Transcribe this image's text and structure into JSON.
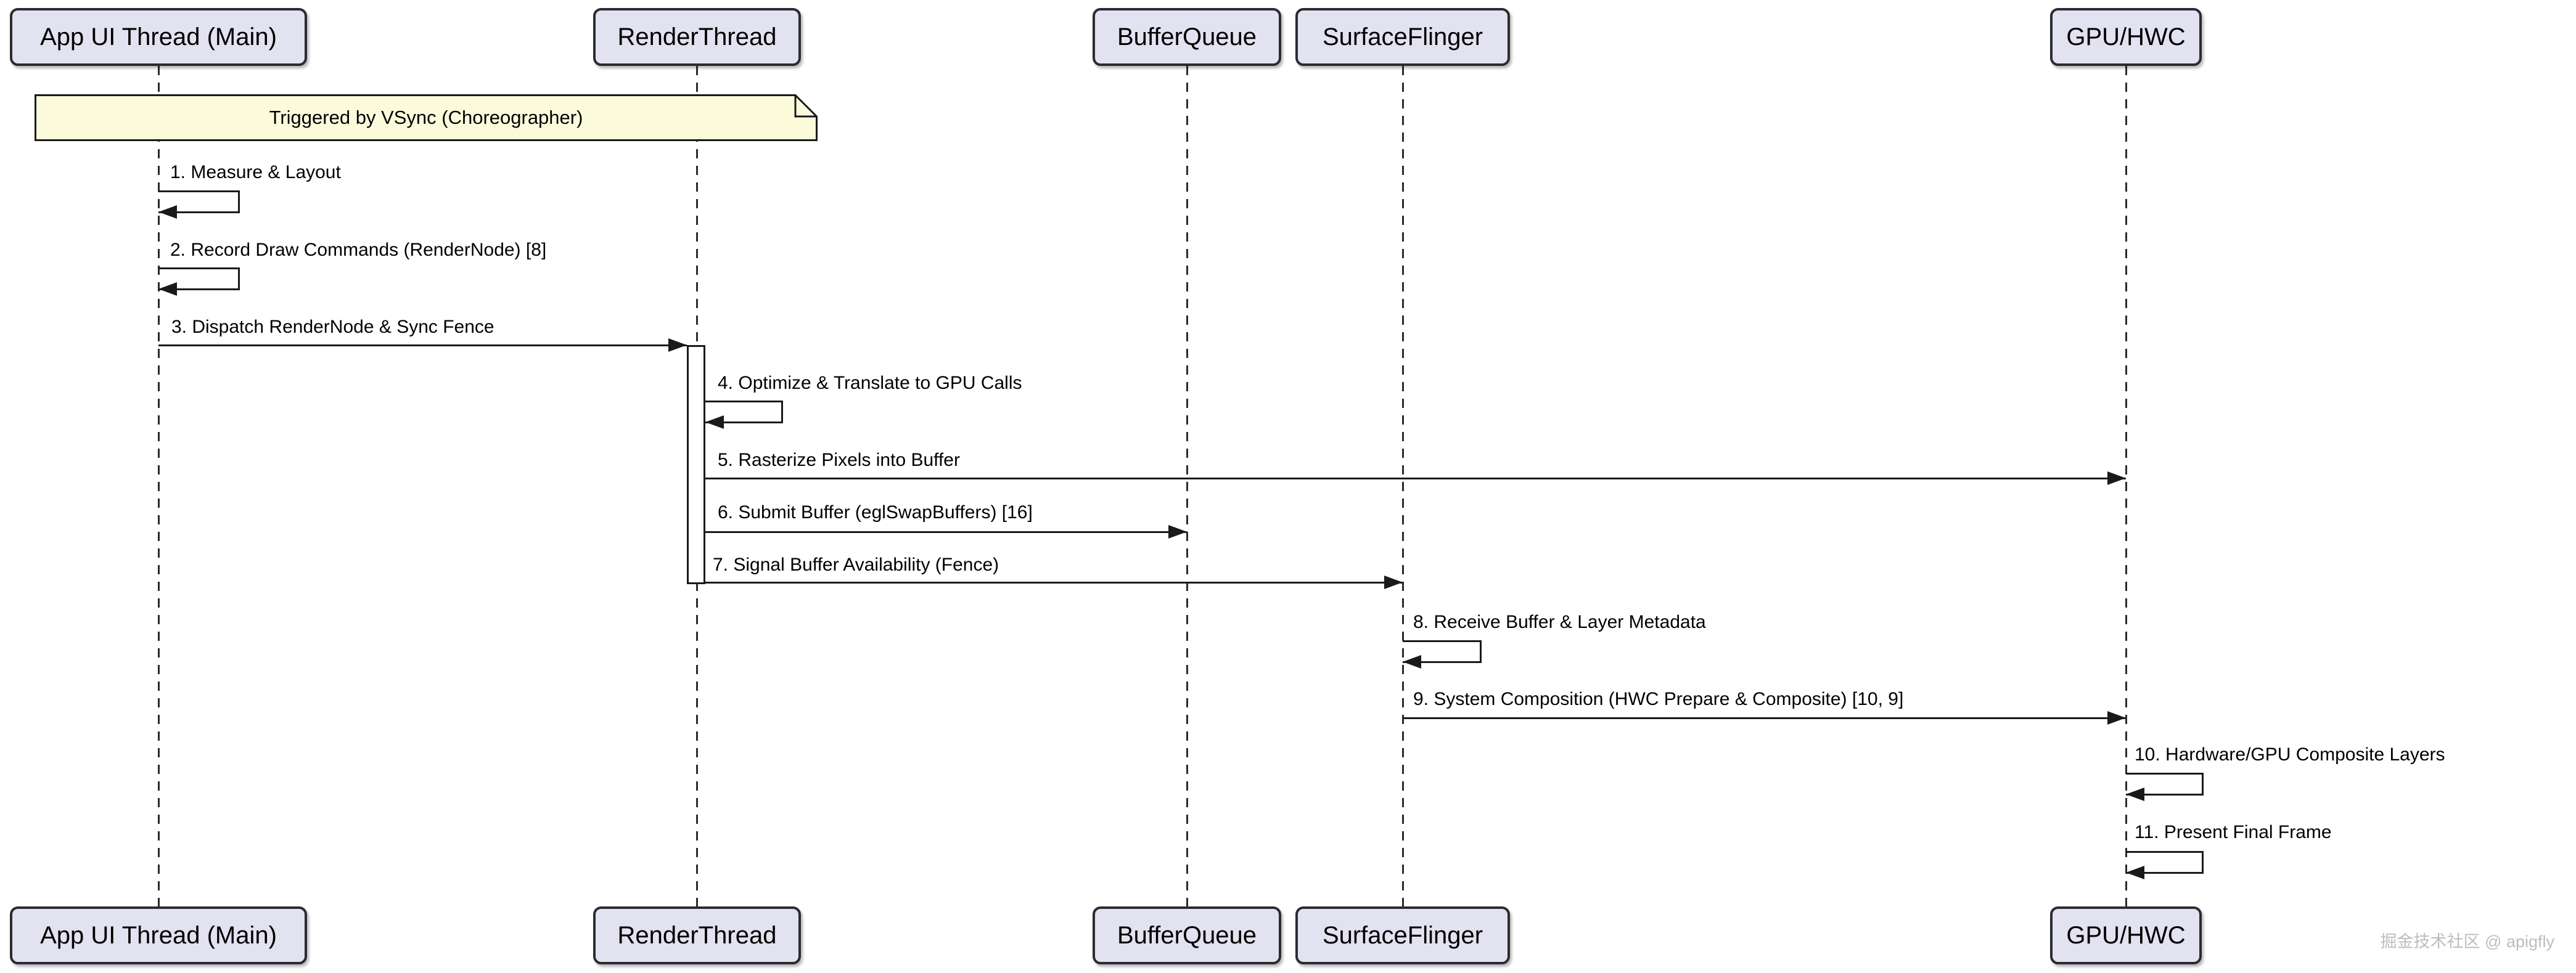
{
  "diagram": {
    "type": "sequence",
    "participants": [
      {
        "id": "app",
        "label": "App UI Thread (Main)"
      },
      {
        "id": "renderthread",
        "label": "RenderThread"
      },
      {
        "id": "bufferqueue",
        "label": "BufferQueue"
      },
      {
        "id": "surfaceflinger",
        "label": "SurfaceFlinger"
      },
      {
        "id": "gpuhwc",
        "label": "GPU/HWC"
      }
    ],
    "note": {
      "text": "Triggered by VSync (Choreographer)"
    },
    "messages": [
      {
        "label": "1. Measure & Layout",
        "from": "App UI Thread (Main)",
        "to": "App UI Thread (Main)",
        "type": "self"
      },
      {
        "label": "2. Record Draw Commands (RenderNode) [8]",
        "from": "App UI Thread (Main)",
        "to": "App UI Thread (Main)",
        "type": "self"
      },
      {
        "label": "3. Dispatch RenderNode & Sync Fence",
        "from": "App UI Thread (Main)",
        "to": "RenderThread",
        "type": "arrow"
      },
      {
        "label": "4. Optimize & Translate to GPU Calls",
        "from": "RenderThread",
        "to": "RenderThread",
        "type": "self"
      },
      {
        "label": "5. Rasterize Pixels into Buffer",
        "from": "RenderThread",
        "to": "GPU/HWC",
        "type": "arrow"
      },
      {
        "label": "6. Submit Buffer (eglSwapBuffers) [16]",
        "from": "RenderThread",
        "to": "BufferQueue",
        "type": "arrow"
      },
      {
        "label": "7. Signal Buffer Availability (Fence)",
        "from": "RenderThread",
        "to": "SurfaceFlinger",
        "type": "arrow"
      },
      {
        "label": "8. Receive Buffer & Layer Metadata",
        "from": "SurfaceFlinger",
        "to": "SurfaceFlinger",
        "type": "self"
      },
      {
        "label": "9. System Composition (HWC Prepare & Composite) [10, 9]",
        "from": "SurfaceFlinger",
        "to": "GPU/HWC",
        "type": "arrow"
      },
      {
        "label": "10. Hardware/GPU Composite Layers",
        "from": "GPU/HWC",
        "to": "GPU/HWC",
        "type": "self"
      },
      {
        "label": "11. Present Final Frame",
        "from": "GPU/HWC",
        "to": "GPU/HWC",
        "type": "self"
      }
    ],
    "watermark": "掘金技术社区 @ apigfly",
    "colors": {
      "background": "#FFFFFF",
      "participant_fill": "#E2E2F0",
      "participant_border": "#2B2B33",
      "note_fill": "#FBFBDC",
      "note_border": "#1A1A1A",
      "line": "#1A1A1A",
      "watermark_text": "#BDBDBD"
    }
  }
}
